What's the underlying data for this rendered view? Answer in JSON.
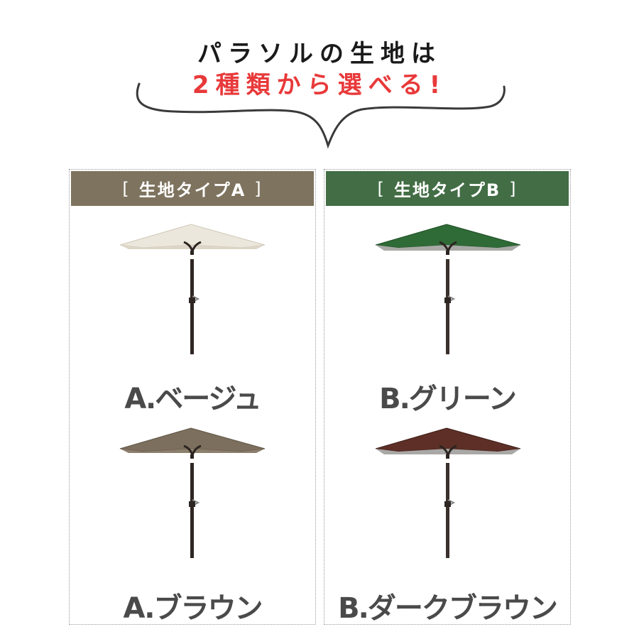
{
  "headline": {
    "line1": "パラソルの生地は",
    "line2": "2種類から選べる!"
  },
  "colors": {
    "headline_text": "#1a1a1a",
    "headline_accent": "#e8393a",
    "type_a_header": "#7e735f",
    "type_b_header": "#426d45",
    "label_text": "#4a4a4a"
  },
  "panels": [
    {
      "header": {
        "open": "[",
        "title": "生地タイプA",
        "close": "]"
      },
      "options": [
        {
          "label": "A.ベージュ",
          "canopy_color": "#ece7dc",
          "underside_color": "#ddd6c8"
        },
        {
          "label": "A.ブラウン",
          "canopy_color": "#7d6f5d",
          "underside_color": "#8c7f6c"
        }
      ]
    },
    {
      "header": {
        "open": "[",
        "title": "生地タイプB",
        "close": "]"
      },
      "options": [
        {
          "label": "B.グリーン",
          "canopy_color": "#2f6b36",
          "underside_color": "#a8aaa7"
        },
        {
          "label": "B.ダークブラウン",
          "canopy_color": "#5d2f26",
          "underside_color": "#a9a8a6"
        }
      ]
    }
  ]
}
